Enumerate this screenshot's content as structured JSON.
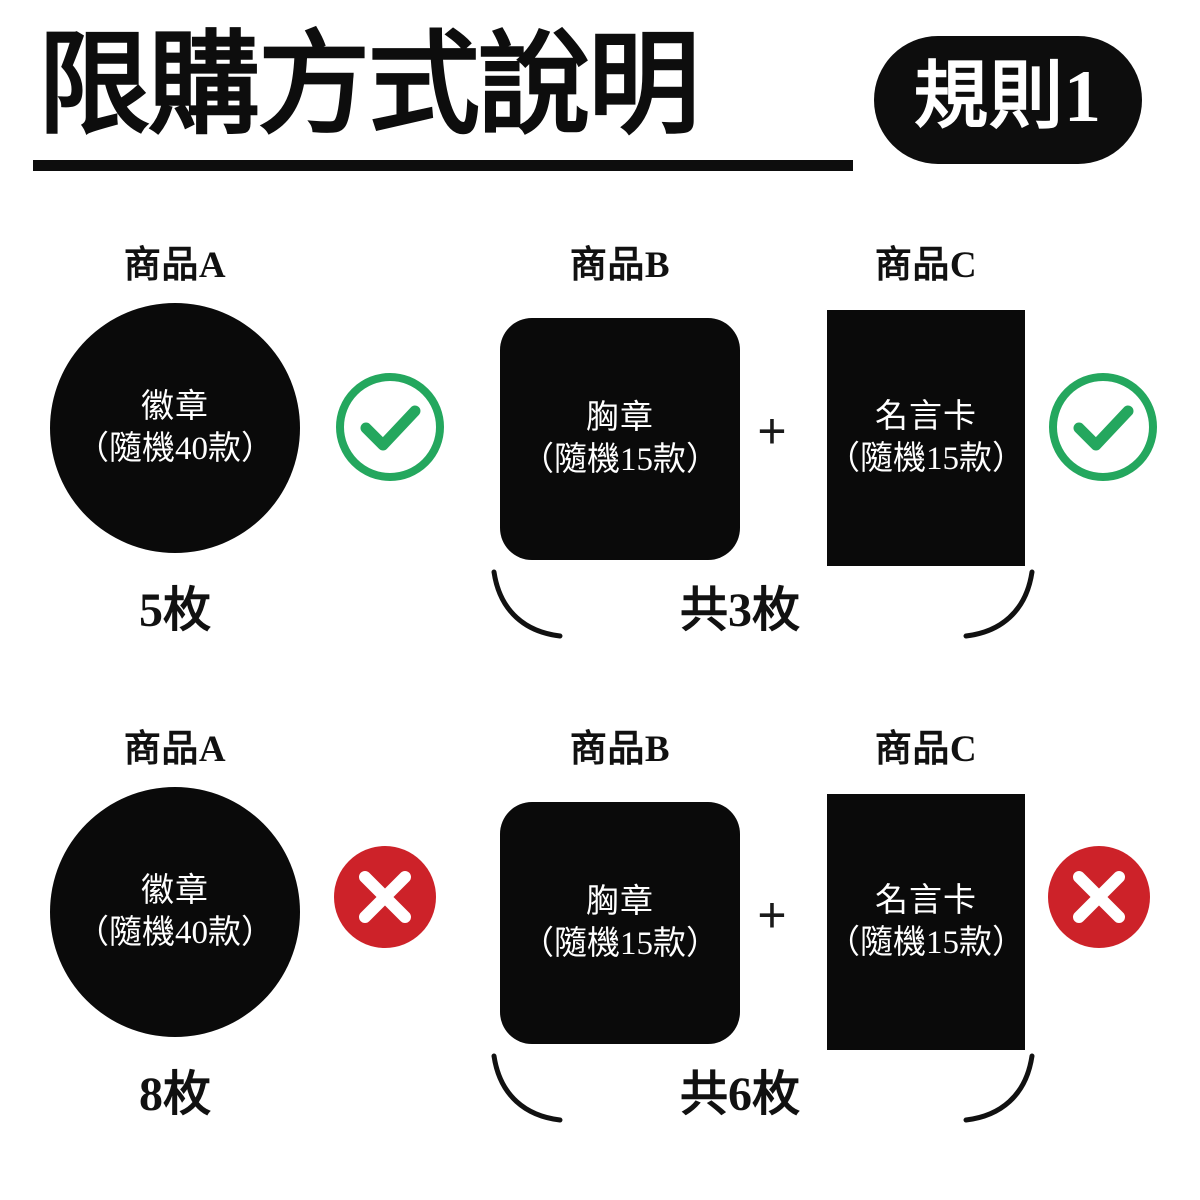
{
  "header": {
    "title": "限購方式說明",
    "badge_label": "規則1"
  },
  "rows": [
    {
      "id": "ok",
      "status": "allowed",
      "status_icon": "check-circle-icon",
      "status_color": "#24a75e",
      "product_a": {
        "label": "商品A",
        "name": "徽章",
        "variants": "（隨機40款）",
        "count": "5枚"
      },
      "product_b": {
        "label": "商品B",
        "name": "胸章",
        "variants": "（隨機15款）"
      },
      "plus": "+",
      "product_c": {
        "label": "商品C",
        "name": "名言卡",
        "variants": "（隨機15款）"
      },
      "group_count": "共3枚"
    },
    {
      "id": "ng",
      "status": "not-allowed",
      "status_icon": "cross-circle-icon",
      "status_color": "#cd2229",
      "product_a": {
        "label": "商品A",
        "name": "徽章",
        "variants": "（隨機40款）",
        "count": "8枚"
      },
      "product_b": {
        "label": "商品B",
        "name": "胸章",
        "variants": "（隨機15款）"
      },
      "plus": "+",
      "product_c": {
        "label": "商品C",
        "name": "名言卡",
        "variants": "（隨機15款）"
      },
      "group_count": "共6枚"
    }
  ],
  "colors": {
    "background": "#ffffff",
    "ink": "#0d0d0d",
    "check_green": "#24a75e",
    "cross_red": "#cd2229",
    "shape_fill": "#0a0a0a",
    "shape_text": "#ffffff"
  }
}
